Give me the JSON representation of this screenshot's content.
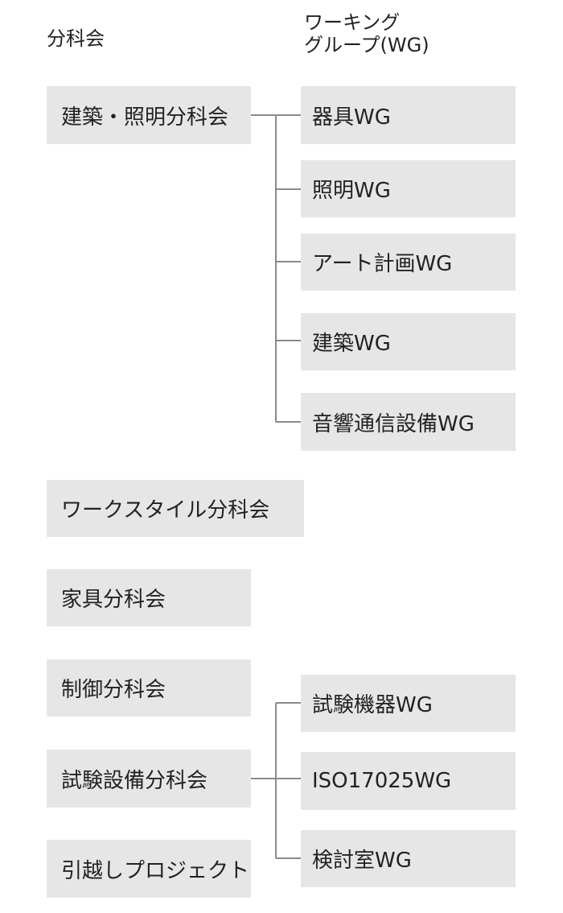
{
  "headers": {
    "committees": "分科会",
    "working_groups_line1": "ワーキング",
    "working_groups_line2": "グループ(WG)"
  },
  "committees": [
    "建築・照明分科会",
    "ワークスタイル分科会",
    "家具分科会",
    "制御分科会",
    "試験設備分科会",
    "引越しプロジェクト"
  ],
  "architecture_lighting_wgs": [
    "器具WG",
    "照明WG",
    "アート計画WG",
    "建築WG",
    "音響通信設備WG"
  ],
  "test_facility_wgs": [
    "試験機器WG",
    "ISO17025WG",
    "検討室WG"
  ],
  "colors": {
    "box_fill": "#e6e6e6",
    "connector": "#8a8a8a",
    "text": "#222222"
  }
}
